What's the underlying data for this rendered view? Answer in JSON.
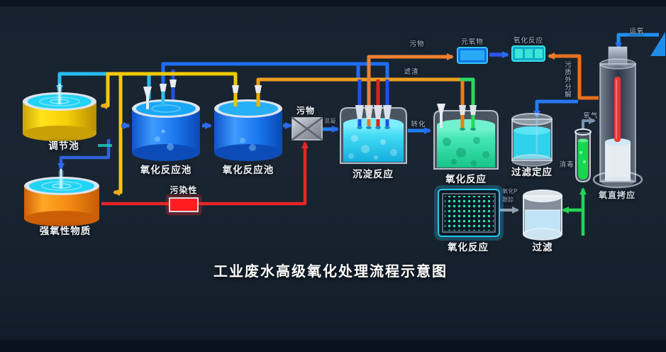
{
  "title": "工业废水高级氧化处理流程示意图",
  "nodes": {
    "regulating_pool": "调节池",
    "strong_oxidant": "强氧性物质",
    "oxidation_pool_1": "氧化反应池",
    "oxidation_pool_2": "氧化反应池",
    "sediment_reaction": "沉淀反应",
    "oxidation_reaction_green": "氧化反应",
    "filter_settle_tank": "过滤定应",
    "sludge_box": "污物",
    "pollutant_red_box": "污染性",
    "oxide_box": "元氧物",
    "oxidation_box_top": "氧化反应",
    "dotted_reactor": "氧化反应",
    "filter_cylinder": "过滤",
    "column_reactor": "氧直拷应"
  },
  "flow_labels": {
    "top_pollutant": "污物",
    "filtrate": "滤渣",
    "coagulation": "混凝",
    "transform": "转化",
    "transport_oxygen": "运氧",
    "external_decompose": "污质外分解",
    "oxygen": "氧气",
    "disinfect": "消毒",
    "oxidation_p_line1": "氧化P",
    "oxidation_p_line2": "跟踪"
  },
  "colors": {
    "background": "#17222f",
    "pipe_blue": "#1d6ef5",
    "pipe_cyan": "#26bdf2",
    "pipe_yellow": "#f2c80a",
    "pipe_orange": "#ef8030",
    "pipe_red": "#e62626",
    "pipe_green": "#22d654",
    "tank_yellow": "#f5cf08",
    "tank_orange": "#f58a12",
    "tank_blue": "#1f7cf0",
    "water_cyan": "#2ed2ea",
    "water_green": "#3ce9ae",
    "glow_cyan": "#28c8e8"
  }
}
